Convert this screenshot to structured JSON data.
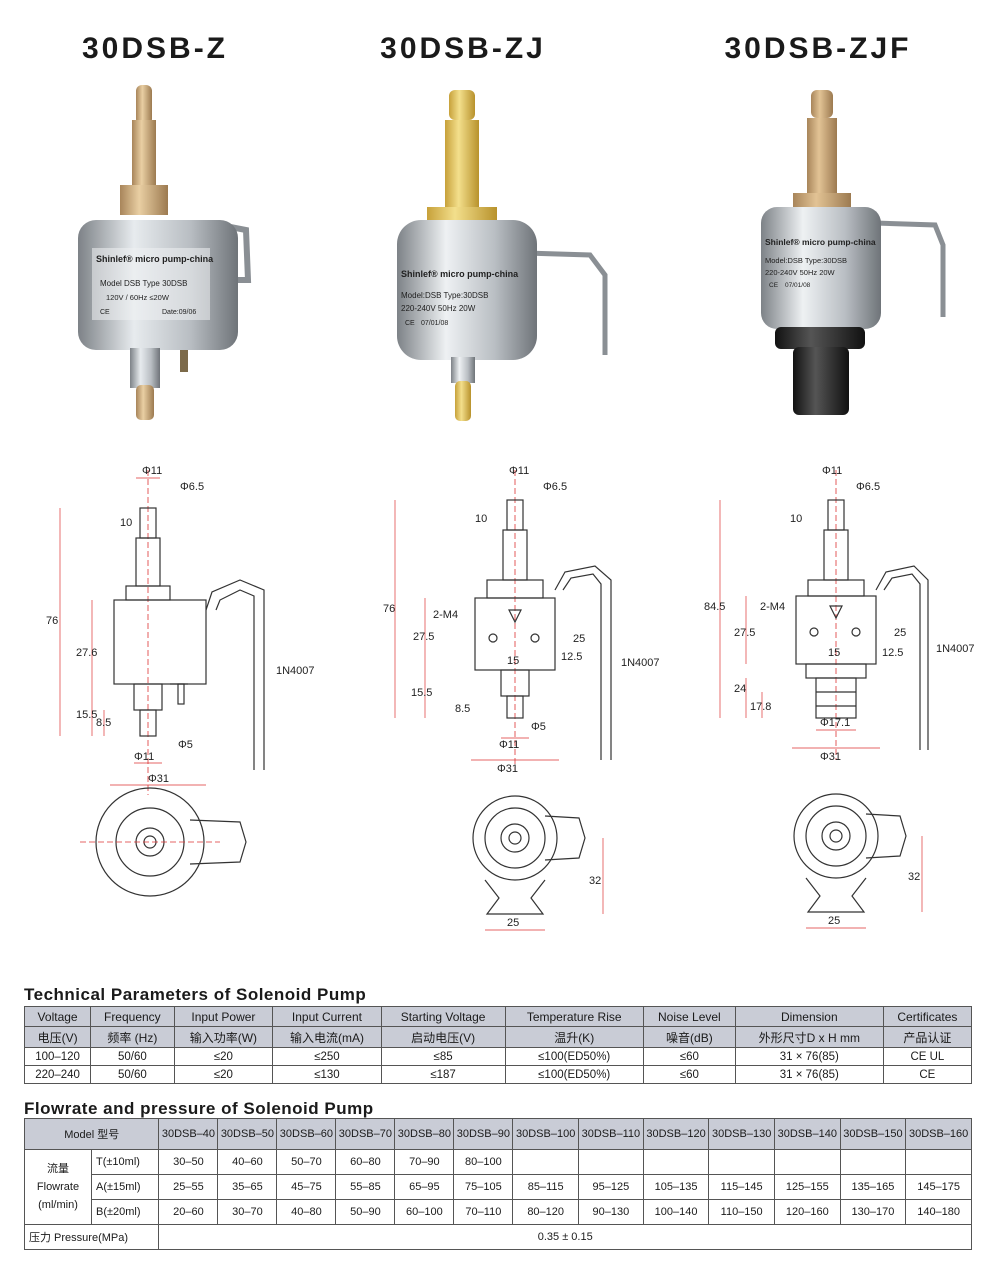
{
  "models": [
    "30DSB-Z",
    "30DSB-ZJ",
    "30DSB-ZJF"
  ],
  "labels": {
    "pump1": {
      "brand": "Shinlef® micro pump-china",
      "line1": "Model DSB  Type 30DSB",
      "line2": "120V  / 60Hz   ≤20W",
      "ce": "CE",
      "date": "Date:09/06"
    },
    "pump2": {
      "brand": "Shinlef® micro pump-china",
      "line1": "Model:DSB  Type:30DSB",
      "line2": "220-240V  50Hz  20W",
      "ce": "CE",
      "date": "07/01/08"
    },
    "pump3": {
      "brand": "Shinlef® micro pump-china",
      "line1": "Model:DSB  Type:30DSB",
      "line2": "220-240V  50Hz  20W",
      "ce": "CE",
      "date": "07/01/08"
    }
  },
  "drawings": {
    "d1": {
      "phi11": "Φ11",
      "phi65": "Φ6.5",
      "h10": "10",
      "h76": "76",
      "h276": "27.6",
      "h155": "15.5",
      "h85": "8.5",
      "phi5": "Φ5",
      "phi11b": "Φ11",
      "phi31": "Φ31",
      "diode": "1N4007"
    },
    "d2": {
      "phi11": "Φ11",
      "phi65": "Φ6.5",
      "h10": "10",
      "h76": "76",
      "h275": "27.5",
      "h155": "15.5",
      "h85": "8.5",
      "m4": "2-M4",
      "w15": "15",
      "h125": "12.5",
      "h25": "25",
      "phi5": "Φ5",
      "phi11b": "Φ11",
      "phi31": "Φ31",
      "diode": "1N4007",
      "b32": "32",
      "b25": "25"
    },
    "d3": {
      "phi11": "Φ11",
      "phi65": "Φ6.5",
      "h10": "10",
      "h845": "84.5",
      "h275": "27.5",
      "h24": "24",
      "h178": "17.8",
      "m4": "2-M4",
      "w15": "15",
      "h125": "12.5",
      "h25": "25",
      "phi171": "Φ17.1",
      "phi31": "Φ31",
      "diode": "1N4007",
      "b32": "32",
      "b25": "25"
    }
  },
  "tech": {
    "title": "Technical Parameters of Solenoid Pump",
    "headers_en": [
      "Voltage",
      "Frequency",
      "Input Power",
      "Input Current",
      "Starting Voltage",
      "Temperature Rise",
      "Noise Level",
      "Dimension",
      "Certificates"
    ],
    "headers_cn": [
      "电压(V)",
      "频率 (Hz)",
      "输入功率(W)",
      "输入电流(mA)",
      "启动电压(V)",
      "温升(K)",
      "噪音(dB)",
      "外形尺寸D x H mm",
      "产品认证"
    ],
    "rows": [
      [
        "100–120",
        "50/60",
        "≤20",
        "≤250",
        "≤85",
        "≤100(ED50%)",
        "≤60",
        "31 × 76(85)",
        "CE   UL"
      ],
      [
        "220–240",
        "50/60",
        "≤20",
        "≤130",
        "≤187",
        "≤100(ED50%)",
        "≤60",
        "31 × 76(85)",
        "CE"
      ]
    ]
  },
  "flow": {
    "title": "Flowrate and pressure of Solenoid Pump",
    "model_label": "Model 型号",
    "models": [
      "30DSB–40",
      "30DSB–50",
      "30DSB–60",
      "30DSB–70",
      "30DSB–80",
      "30DSB–90",
      "30DSB–100",
      "30DSB–110",
      "30DSB–120",
      "30DSB–130",
      "30DSB–140",
      "30DSB–150",
      "30DSB–160"
    ],
    "flow_cn": "流量",
    "flow_en": "Flowrate",
    "flow_unit": "(ml/min)",
    "row_T_label": "T(±10ml)",
    "row_A_label": "A(±15ml)",
    "row_B_label": "B(±20ml)",
    "row_T": [
      "30–50",
      "40–60",
      "50–70",
      "60–80",
      "70–90",
      "80–100",
      "",
      "",
      "",
      "",
      "",
      "",
      ""
    ],
    "row_A": [
      "25–55",
      "35–65",
      "45–75",
      "55–85",
      "65–95",
      "75–105",
      "85–115",
      "95–125",
      "105–135",
      "115–145",
      "125–155",
      "135–165",
      "145–175"
    ],
    "row_B": [
      "20–60",
      "30–70",
      "40–80",
      "50–90",
      "60–100",
      "70–110",
      "80–120",
      "90–130",
      "100–140",
      "110–150",
      "120–160",
      "130–170",
      "140–180"
    ],
    "pressure_label": "压力 Pressure(MPa)",
    "pressure_value": "0.35 ± 0.15"
  }
}
